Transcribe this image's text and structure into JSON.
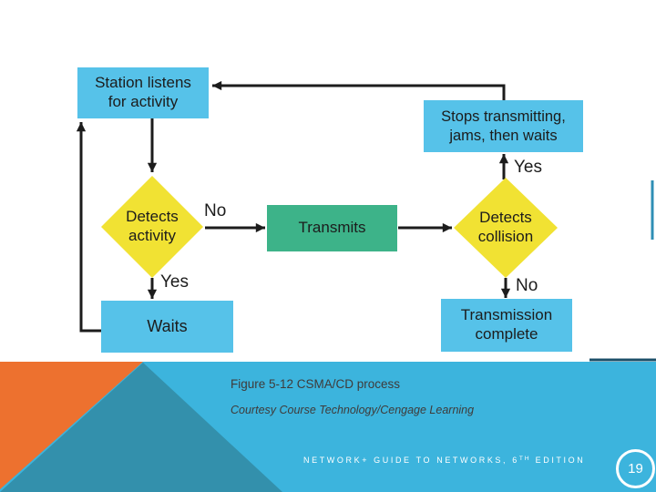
{
  "slide": {
    "caption": "Figure 5-12 CSMA/CD process",
    "credit": "Courtesy Course Technology/Cengage Learning",
    "footer": {
      "prefix": "NETWORK+ GUIDE TO NETWORKS, 6",
      "superscript": "TH",
      "suffix": " EDITION"
    },
    "page_number": "19"
  },
  "flowchart": {
    "title": "CSMA/CD process",
    "nodes": [
      {
        "id": "station-listens",
        "type": "process",
        "label": "Station listens for activity"
      },
      {
        "id": "stops-transmitting",
        "type": "process",
        "label": "Stops transmitting, jams, then waits"
      },
      {
        "id": "detects-activity",
        "type": "decision",
        "label": "Detects activity"
      },
      {
        "id": "transmits",
        "type": "action",
        "label": "Transmits"
      },
      {
        "id": "detects-collision",
        "type": "decision",
        "label": "Detects collision"
      },
      {
        "id": "waits",
        "type": "process",
        "label": "Waits"
      },
      {
        "id": "transmission-complete",
        "type": "process",
        "label": "Transmission complete"
      }
    ],
    "edges": [
      {
        "from": "station-listens",
        "to": "detects-activity",
        "label": ""
      },
      {
        "from": "detects-activity",
        "to": "transmits",
        "label": "No"
      },
      {
        "from": "detects-activity",
        "to": "waits",
        "label": "Yes"
      },
      {
        "from": "waits",
        "to": "station-listens",
        "label": ""
      },
      {
        "from": "transmits",
        "to": "detects-collision",
        "label": ""
      },
      {
        "from": "detects-collision",
        "to": "stops-transmitting",
        "label": "Yes"
      },
      {
        "from": "detects-collision",
        "to": "transmission-complete",
        "label": "No"
      },
      {
        "from": "stops-transmitting",
        "to": "station-listens",
        "label": ""
      }
    ]
  },
  "colors": {
    "process-fill": "#56C2E9",
    "decision-fill": "#F1E233",
    "action-fill": "#3DB389",
    "node-text": "#1C1C1C",
    "arrow": "#1C1C1C",
    "band": "#3CB4DD",
    "accent-orange": "#ED712F",
    "accent-teal": "#3390AC",
    "caption-text": "#3F3B3A",
    "footer-text": "#FFFFFF",
    "edge-artifact-v": "#2F8FB5",
    "edge-artifact-h": "#1B4F68"
  }
}
